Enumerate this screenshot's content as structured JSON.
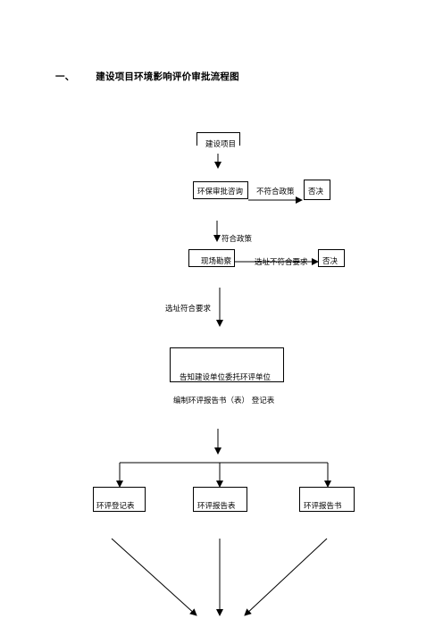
{
  "heading": {
    "number": "一、",
    "title": "建设项目环境影响评价审批流程图"
  },
  "nodes": {
    "project": "建设项目",
    "consult": "环保审批咨询",
    "reject1": "否决",
    "survey": "现场勘察",
    "reject2": "否决",
    "notify": "告知建设单位委托环评单位",
    "form": "环评登记表",
    "report_form": "环评报告表",
    "report_book": "环评报告书"
  },
  "labels": {
    "policy_fail": "不符合政策",
    "policy_ok": "符合政策",
    "site_fail": "选址不符合要求",
    "site_ok": "选址符合要求",
    "compile": "编制环评报告书（表）  登记表"
  }
}
